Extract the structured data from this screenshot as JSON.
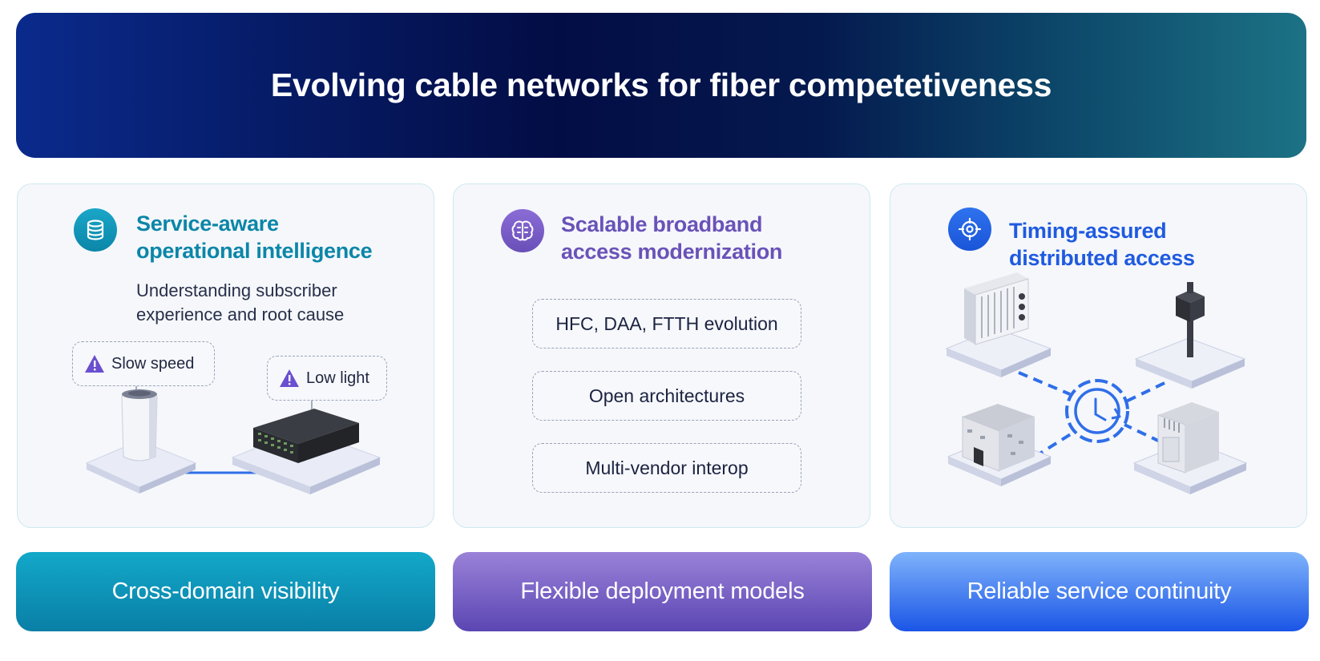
{
  "header": {
    "title": "Evolving cable networks for fiber competetiveness"
  },
  "panels": [
    {
      "title_lines": [
        "Service-aware",
        "operational intelligence"
      ],
      "subtitle_lines": [
        "Understanding subscriber",
        "experience and root cause"
      ],
      "callouts": [
        "Slow speed",
        "Low light"
      ],
      "icon": "database-icon",
      "accent": "#0b86a8"
    },
    {
      "title_lines": [
        "Scalable broadband",
        "access modernization"
      ],
      "items": [
        "HFC, DAA, FTTH evolution",
        "Open architectures",
        "Multi-vendor interop"
      ],
      "icon": "brain-icon",
      "accent": "#6a52b8"
    },
    {
      "title_lines": [
        "Timing-assured",
        "distributed access"
      ],
      "icon": "target-icon",
      "accent": "#1f5ae0"
    }
  ],
  "footer": {
    "labels": [
      "Cross-domain visibility",
      "Flexible deployment models",
      "Reliable service continuity"
    ]
  },
  "colors": {
    "teal": "#0b86a8",
    "purple": "#6a52b8",
    "blue": "#1f5ae0",
    "warning": "#6a4fd0"
  }
}
